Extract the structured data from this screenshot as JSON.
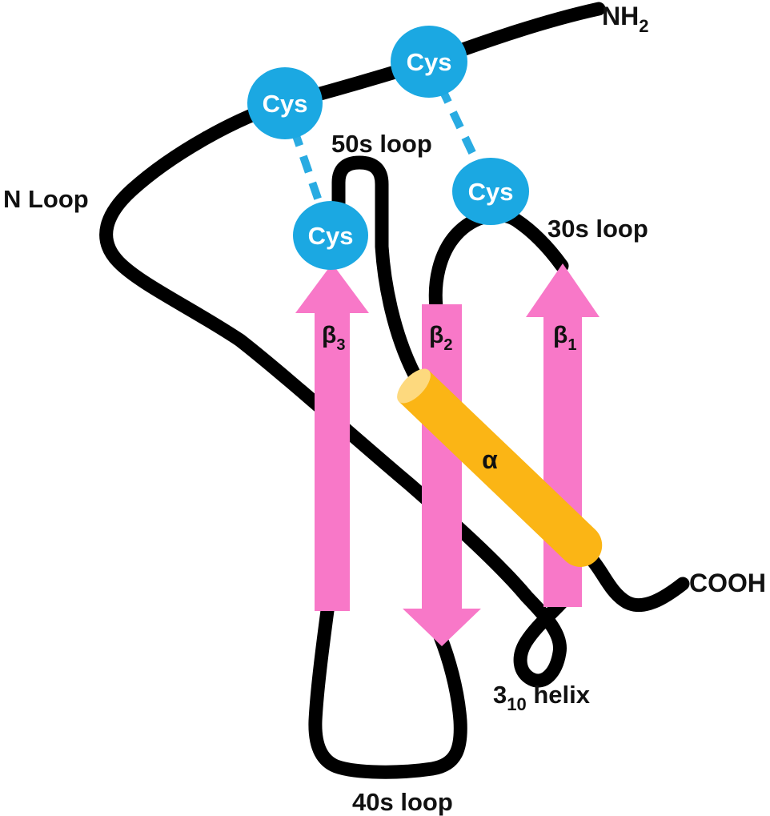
{
  "figure": {
    "type": "protein-topology-diagram",
    "subject": "chemokine fold secondary structure"
  },
  "colors": {
    "background": "#ffffff",
    "backbone": "#000000",
    "strand_pink": "#F878C8",
    "helix_yellow": "#FBB515",
    "helix_cap": "#FDD97E",
    "cys_blue": "#1BA8E2",
    "disulfide_blue": "#29ABE2",
    "label_black": "#111111",
    "cys_text": "#ffffff"
  },
  "labels": {
    "n_terminus": {
      "main": "NH",
      "sub": "2"
    },
    "c_terminus": "COOH",
    "n_loop": "N Loop",
    "loop_50s": "50s loop",
    "loop_30s": "30s loop",
    "loop_40s": "40s loop",
    "helix_310": {
      "num": "3",
      "sub": "10",
      "rest": " helix"
    },
    "alpha": "α",
    "beta1": {
      "main": "β",
      "sub": "1"
    },
    "beta2": {
      "main": "β",
      "sub": "2"
    },
    "beta3": {
      "main": "β",
      "sub": "3"
    }
  },
  "cysteines": [
    {
      "label": "Cys"
    },
    {
      "label": "Cys"
    },
    {
      "label": "Cys"
    },
    {
      "label": "Cys"
    }
  ],
  "disulfide_bonds": [
    {
      "from": "Cys-1",
      "to": "Cys-3",
      "style": "dashed"
    },
    {
      "from": "Cys-2",
      "to": "Cys-4",
      "style": "dashed"
    }
  ],
  "strands": [
    {
      "name": "beta-1",
      "direction": "up"
    },
    {
      "name": "beta-2",
      "direction": "down"
    },
    {
      "name": "beta-3",
      "direction": "up"
    }
  ]
}
